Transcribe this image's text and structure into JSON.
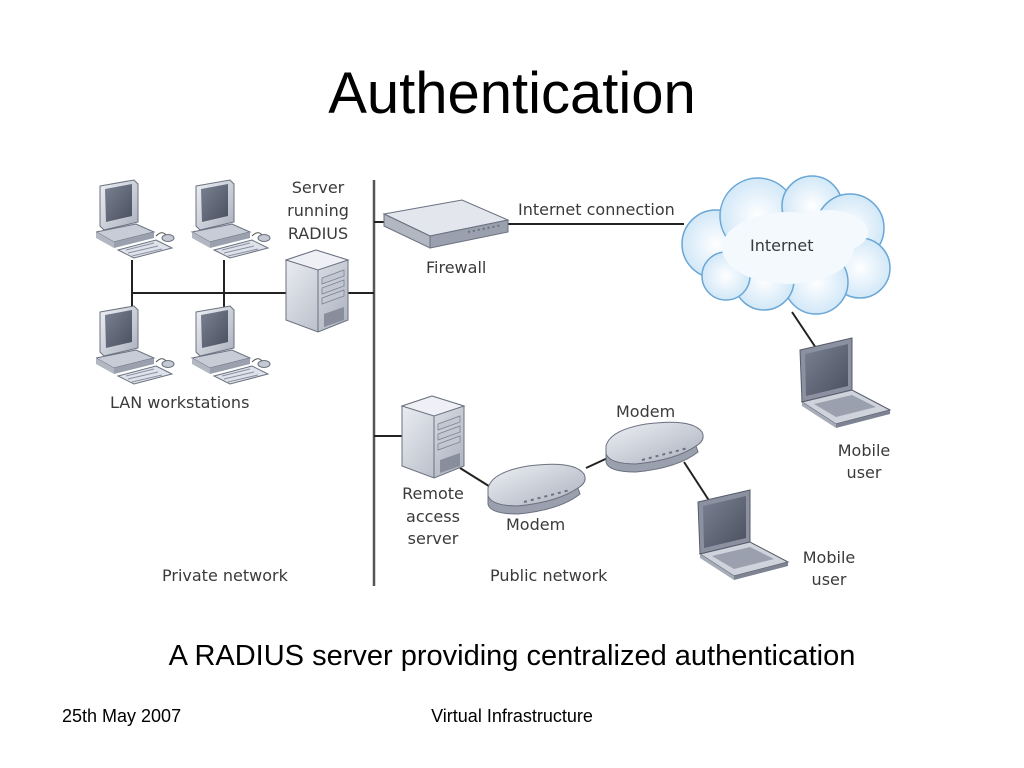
{
  "slide": {
    "title": "Authentication",
    "caption": "A RADIUS server providing centralized authentication",
    "footer_date": "25th May 2007",
    "footer_center": "Virtual Infrastructure"
  },
  "diagram": {
    "labels": {
      "server_line1": "Server",
      "server_line2": "running",
      "server_line3": "RADIUS",
      "firewall": "Firewall",
      "internet_connection": "Internet connection",
      "internet": "Internet",
      "lan_workstations": "LAN workstations",
      "mobile_user1_line1": "Mobile",
      "mobile_user1_line2": "user",
      "mobile_user2_line1": "Mobile",
      "mobile_user2_line2": "user",
      "modem_top": "Modem",
      "modem_bottom": "Modem",
      "remote_line1": "Remote",
      "remote_line2": "access",
      "remote_line3": "server",
      "private_network": "Private network",
      "public_network": "Public network"
    },
    "icons": [
      "workstation-icon",
      "server-tower-icon",
      "firewall-appliance-icon",
      "cloud-icon",
      "laptop-icon",
      "modem-icon"
    ],
    "colors": {
      "device_body": "#d9dde6",
      "device_shadow": "#9aa0ad",
      "screen": "#5d6474",
      "cloud_fill": "#e8f3fb",
      "cloud_stroke": "#6aa7d6"
    }
  }
}
